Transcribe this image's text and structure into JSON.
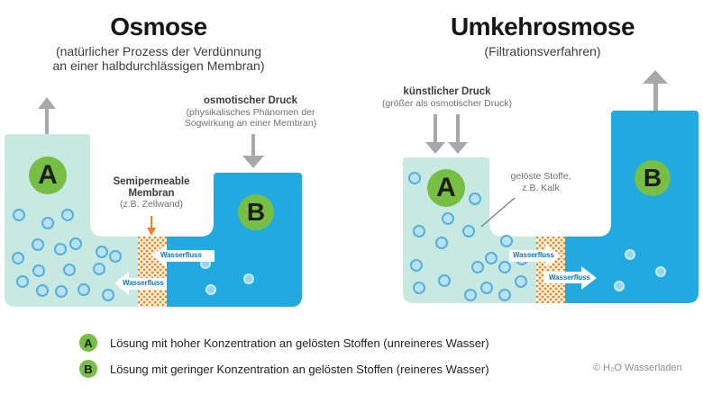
{
  "palette": {
    "solution_a_teal": "#c7e9e2",
    "solution_b_blue": "#22a9e0",
    "marker_green": "#76bf44",
    "membrane_orange": "#f08a1d",
    "pressure_arrow_gray": "#a6a8ab",
    "flow_text_blue": "#0e76bc"
  },
  "osmose": {
    "title": "Osmose",
    "subtitle_line1": "(natürlicher Prozess der Verdünnung",
    "subtitle_line2": "an einer halbdurchlässigen Membran)",
    "pressure": {
      "title": "osmotischer Druck",
      "line1": "(physikalisches Phänomen der",
      "line2": "Sogwirkung an einer Membran)"
    },
    "membrane": {
      "line1": "Semipermeable",
      "line2": "Membran",
      "line3": "(z.B. Zellwand)"
    },
    "flow_upper": "Wasserfluss",
    "flow_lower": "Wasserfluss",
    "marker_a": "A",
    "marker_b": "B"
  },
  "umkehrosmose": {
    "title": "Umkehrosmose",
    "subtitle": "(Filtrationsverfahren)",
    "pressure": {
      "title": "künstlicher Druck",
      "line1": "(größer als osmotischer Druck)"
    },
    "solutes": {
      "line1": "gelöste Stoffe,",
      "line2": "z.B. Kalk"
    },
    "flow_upper": "Wasserfluss",
    "flow_lower": "Wasserfluss",
    "marker_a": "A",
    "marker_b": "B"
  },
  "legend": {
    "a_marker": "A",
    "a_text": "Lösung mit hoher Konzentration an gelösten Stoffen (unreineres Wasser)",
    "b_marker": "B",
    "b_text": "Lösung mit geringer Konzentration an gelösten Stoffen (reineres Wasser)"
  },
  "copyright": "© H₂O Wasserladen"
}
